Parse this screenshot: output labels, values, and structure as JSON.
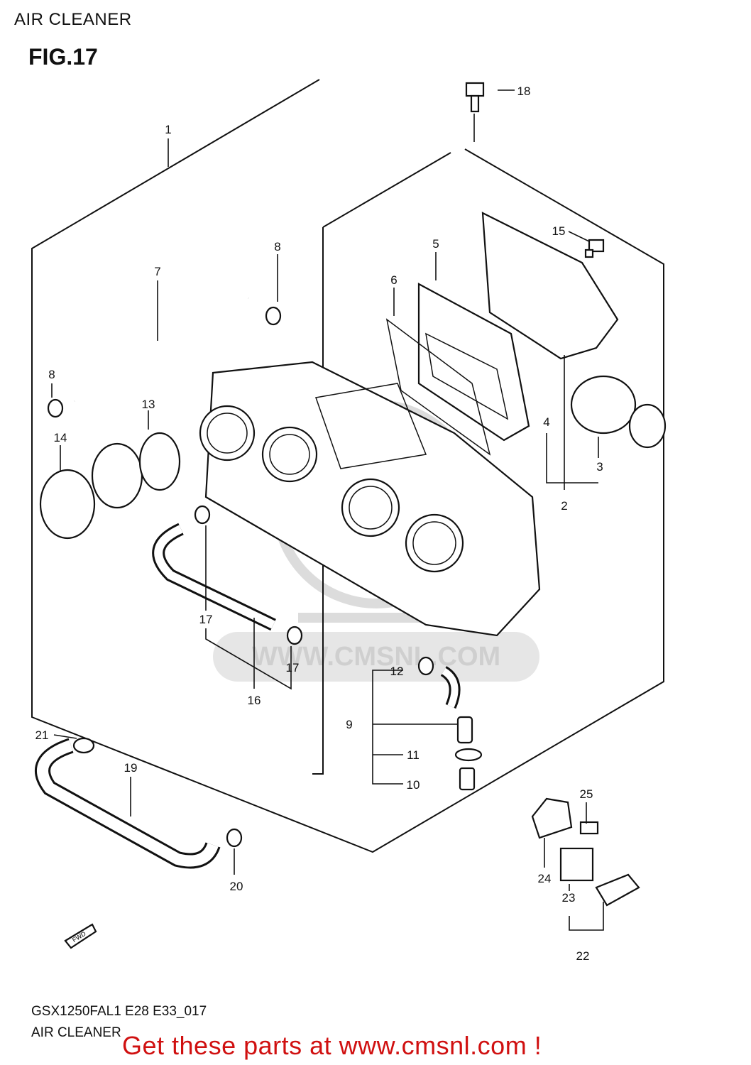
{
  "header": {
    "section_title": "AIR CLEANER"
  },
  "figure": {
    "label": "FIG.17"
  },
  "callouts": [
    "1",
    "2",
    "3",
    "4",
    "5",
    "6",
    "7",
    "8",
    "8",
    "9",
    "10",
    "11",
    "12",
    "13",
    "14",
    "15",
    "16",
    "17",
    "17",
    "18",
    "19",
    "20",
    "21",
    "22",
    "23",
    "24",
    "25"
  ],
  "watermark": {
    "text": "WWW.CMSNL.COM"
  },
  "fwd_marker": {
    "text": "FWD"
  },
  "footer": {
    "model_code": "GSX1250FAL1 E28 E33_017",
    "section_name": "AIR CLEANER"
  },
  "promo": {
    "text": "Get these parts at www.cmsnl.com !"
  },
  "colors": {
    "promo": "#d01010",
    "line": "#111111",
    "watermark": "#d9d9d9"
  }
}
